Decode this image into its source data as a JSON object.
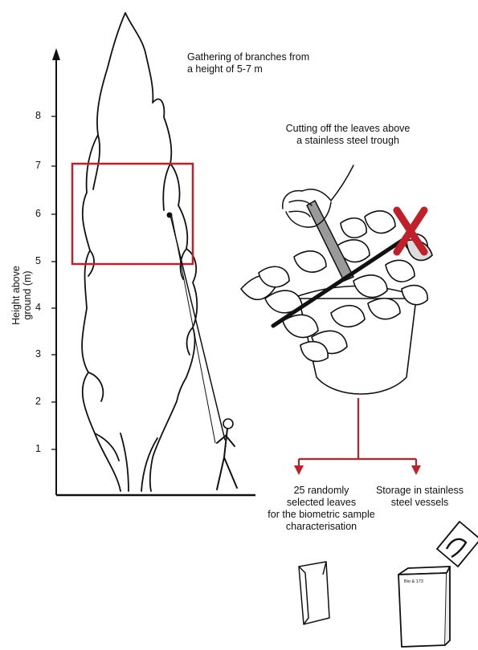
{
  "y_axis": {
    "label": "Height above ground (m)",
    "ticks": [
      "1",
      "2",
      "3",
      "4",
      "5",
      "6",
      "7",
      "8"
    ]
  },
  "captions": {
    "gathering": [
      "Gathering of branches from",
      "a height of 5-7 m"
    ],
    "cutting": [
      "Cutting off the leaves above",
      "a stainless steel trough"
    ],
    "selected": [
      "25 randomly",
      "selected leaves",
      "for the biometric sample",
      "characterisation"
    ],
    "storage": [
      "Storage in stainless",
      "steel vessels"
    ],
    "vessel_label": "Bio & 173"
  },
  "colors": {
    "highlight": "#c0202a",
    "ink": "#111111"
  }
}
